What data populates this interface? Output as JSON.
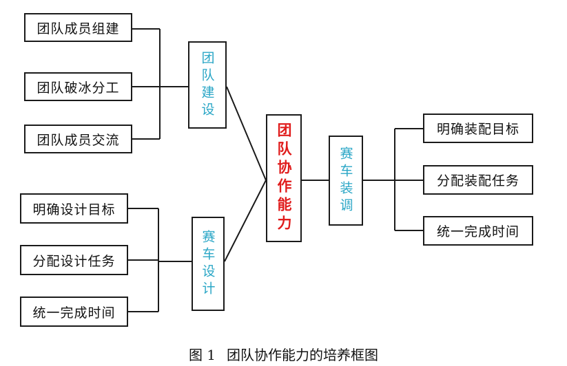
{
  "left_top_items": [
    "团队成员组建",
    "团队破冰分工",
    "团队成员交流"
  ],
  "left_top_hub": "团队建设",
  "left_bottom_items": [
    "明确设计目标",
    "分配设计任务",
    "统一完成时间"
  ],
  "left_bottom_hub": "赛车设计",
  "center_label": "团队协作能力",
  "right_hub": "赛车装调",
  "right_items": [
    "明确装配目标",
    "分配装配任务",
    "统一完成时间"
  ],
  "caption": {
    "number": "图 1",
    "text": "团队协作能力的培养框图"
  },
  "colors": {
    "hub_text": "#2aa6c6",
    "center_text": "#e01c1c",
    "line": "#1a1a1a"
  }
}
